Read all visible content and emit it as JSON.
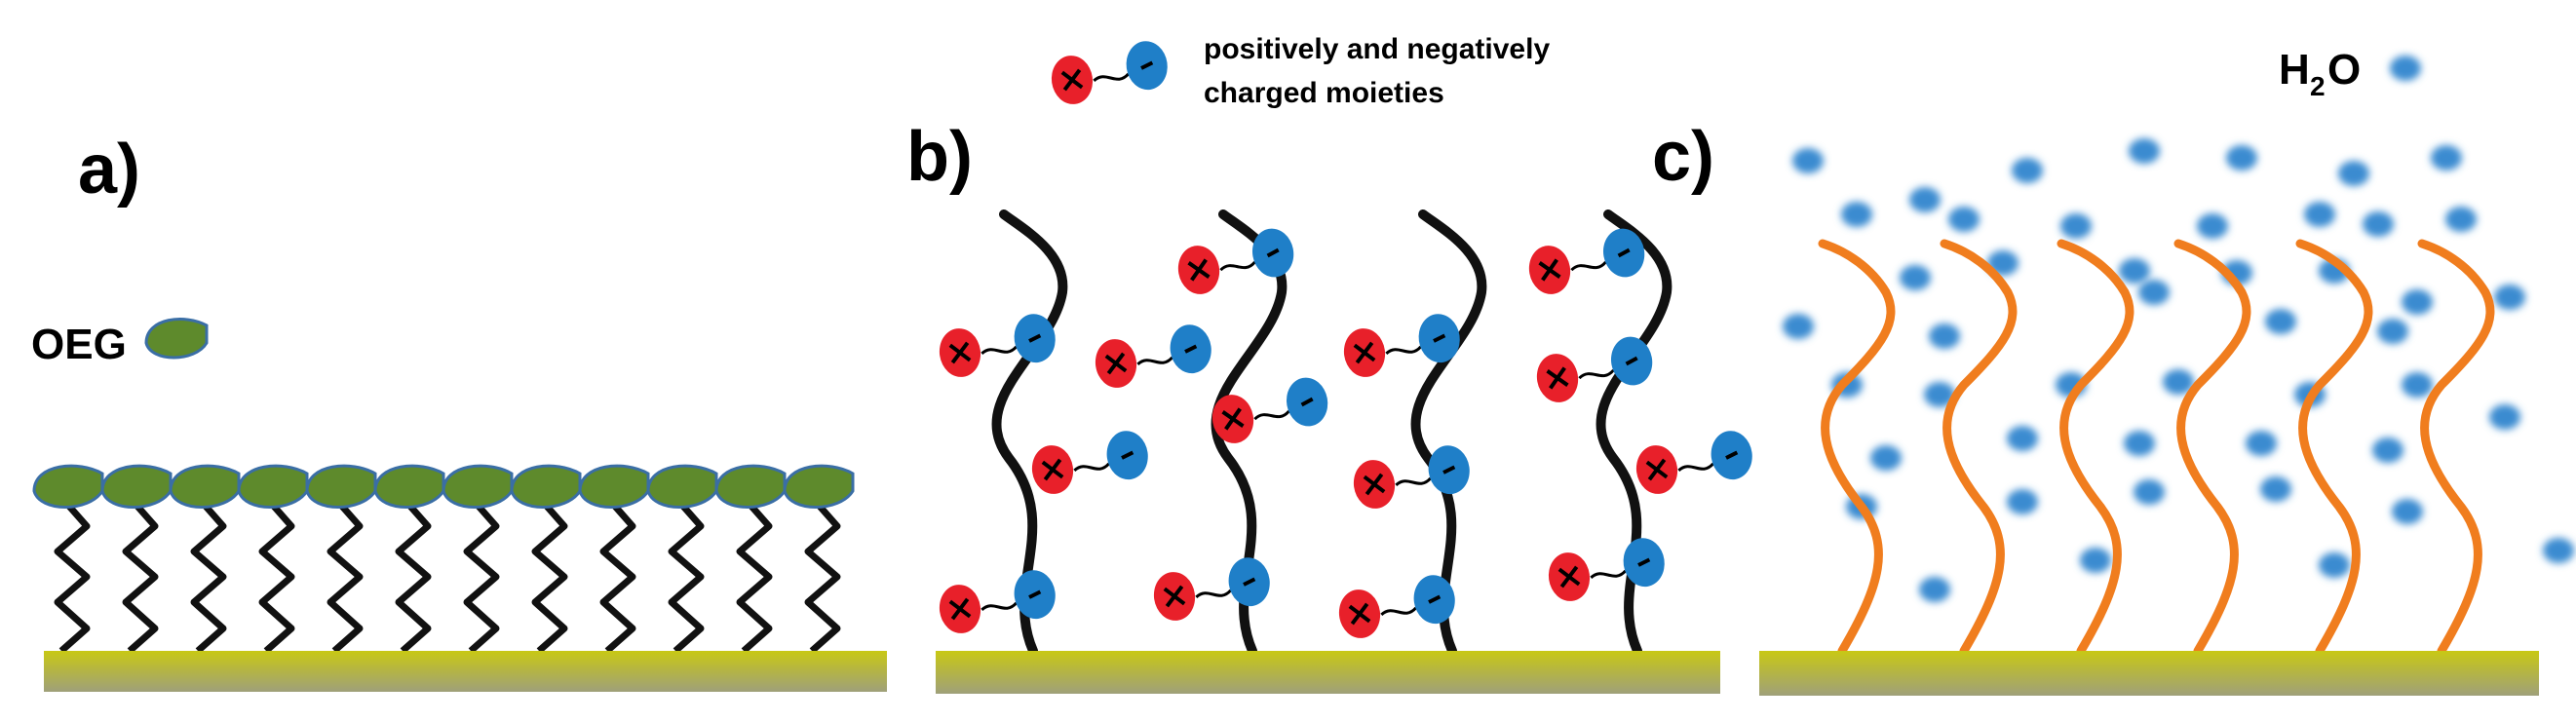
{
  "legend": {
    "charged_line1": "positively and negatively",
    "charged_line2": "charged moieties",
    "water_main": "H",
    "water_sub": "2",
    "water_tail": "O"
  },
  "panels": {
    "a": {
      "label": "a)",
      "oeg_label": "OEG"
    },
    "b": {
      "label": "b)"
    },
    "c": {
      "label": "c)"
    }
  },
  "colors": {
    "substrate_top": "#c8c814",
    "substrate_bottom": "#9fa07a",
    "oeg_fill": "#5e8a2c",
    "oeg_stroke": "#3a6ea5",
    "chain_a": "#111111",
    "chain_b": "#111111",
    "chain_c": "#f07d1e",
    "positive": "#e8202a",
    "negative": "#1f7fc8",
    "water": "#3a8bd0"
  },
  "symbols": {
    "positive_icon": "plus-sign-icon",
    "negative_icon": "minus-sign-icon",
    "oeg_icon": "oeg-headgroup-icon",
    "water_icon": "water-droplet-icon"
  }
}
